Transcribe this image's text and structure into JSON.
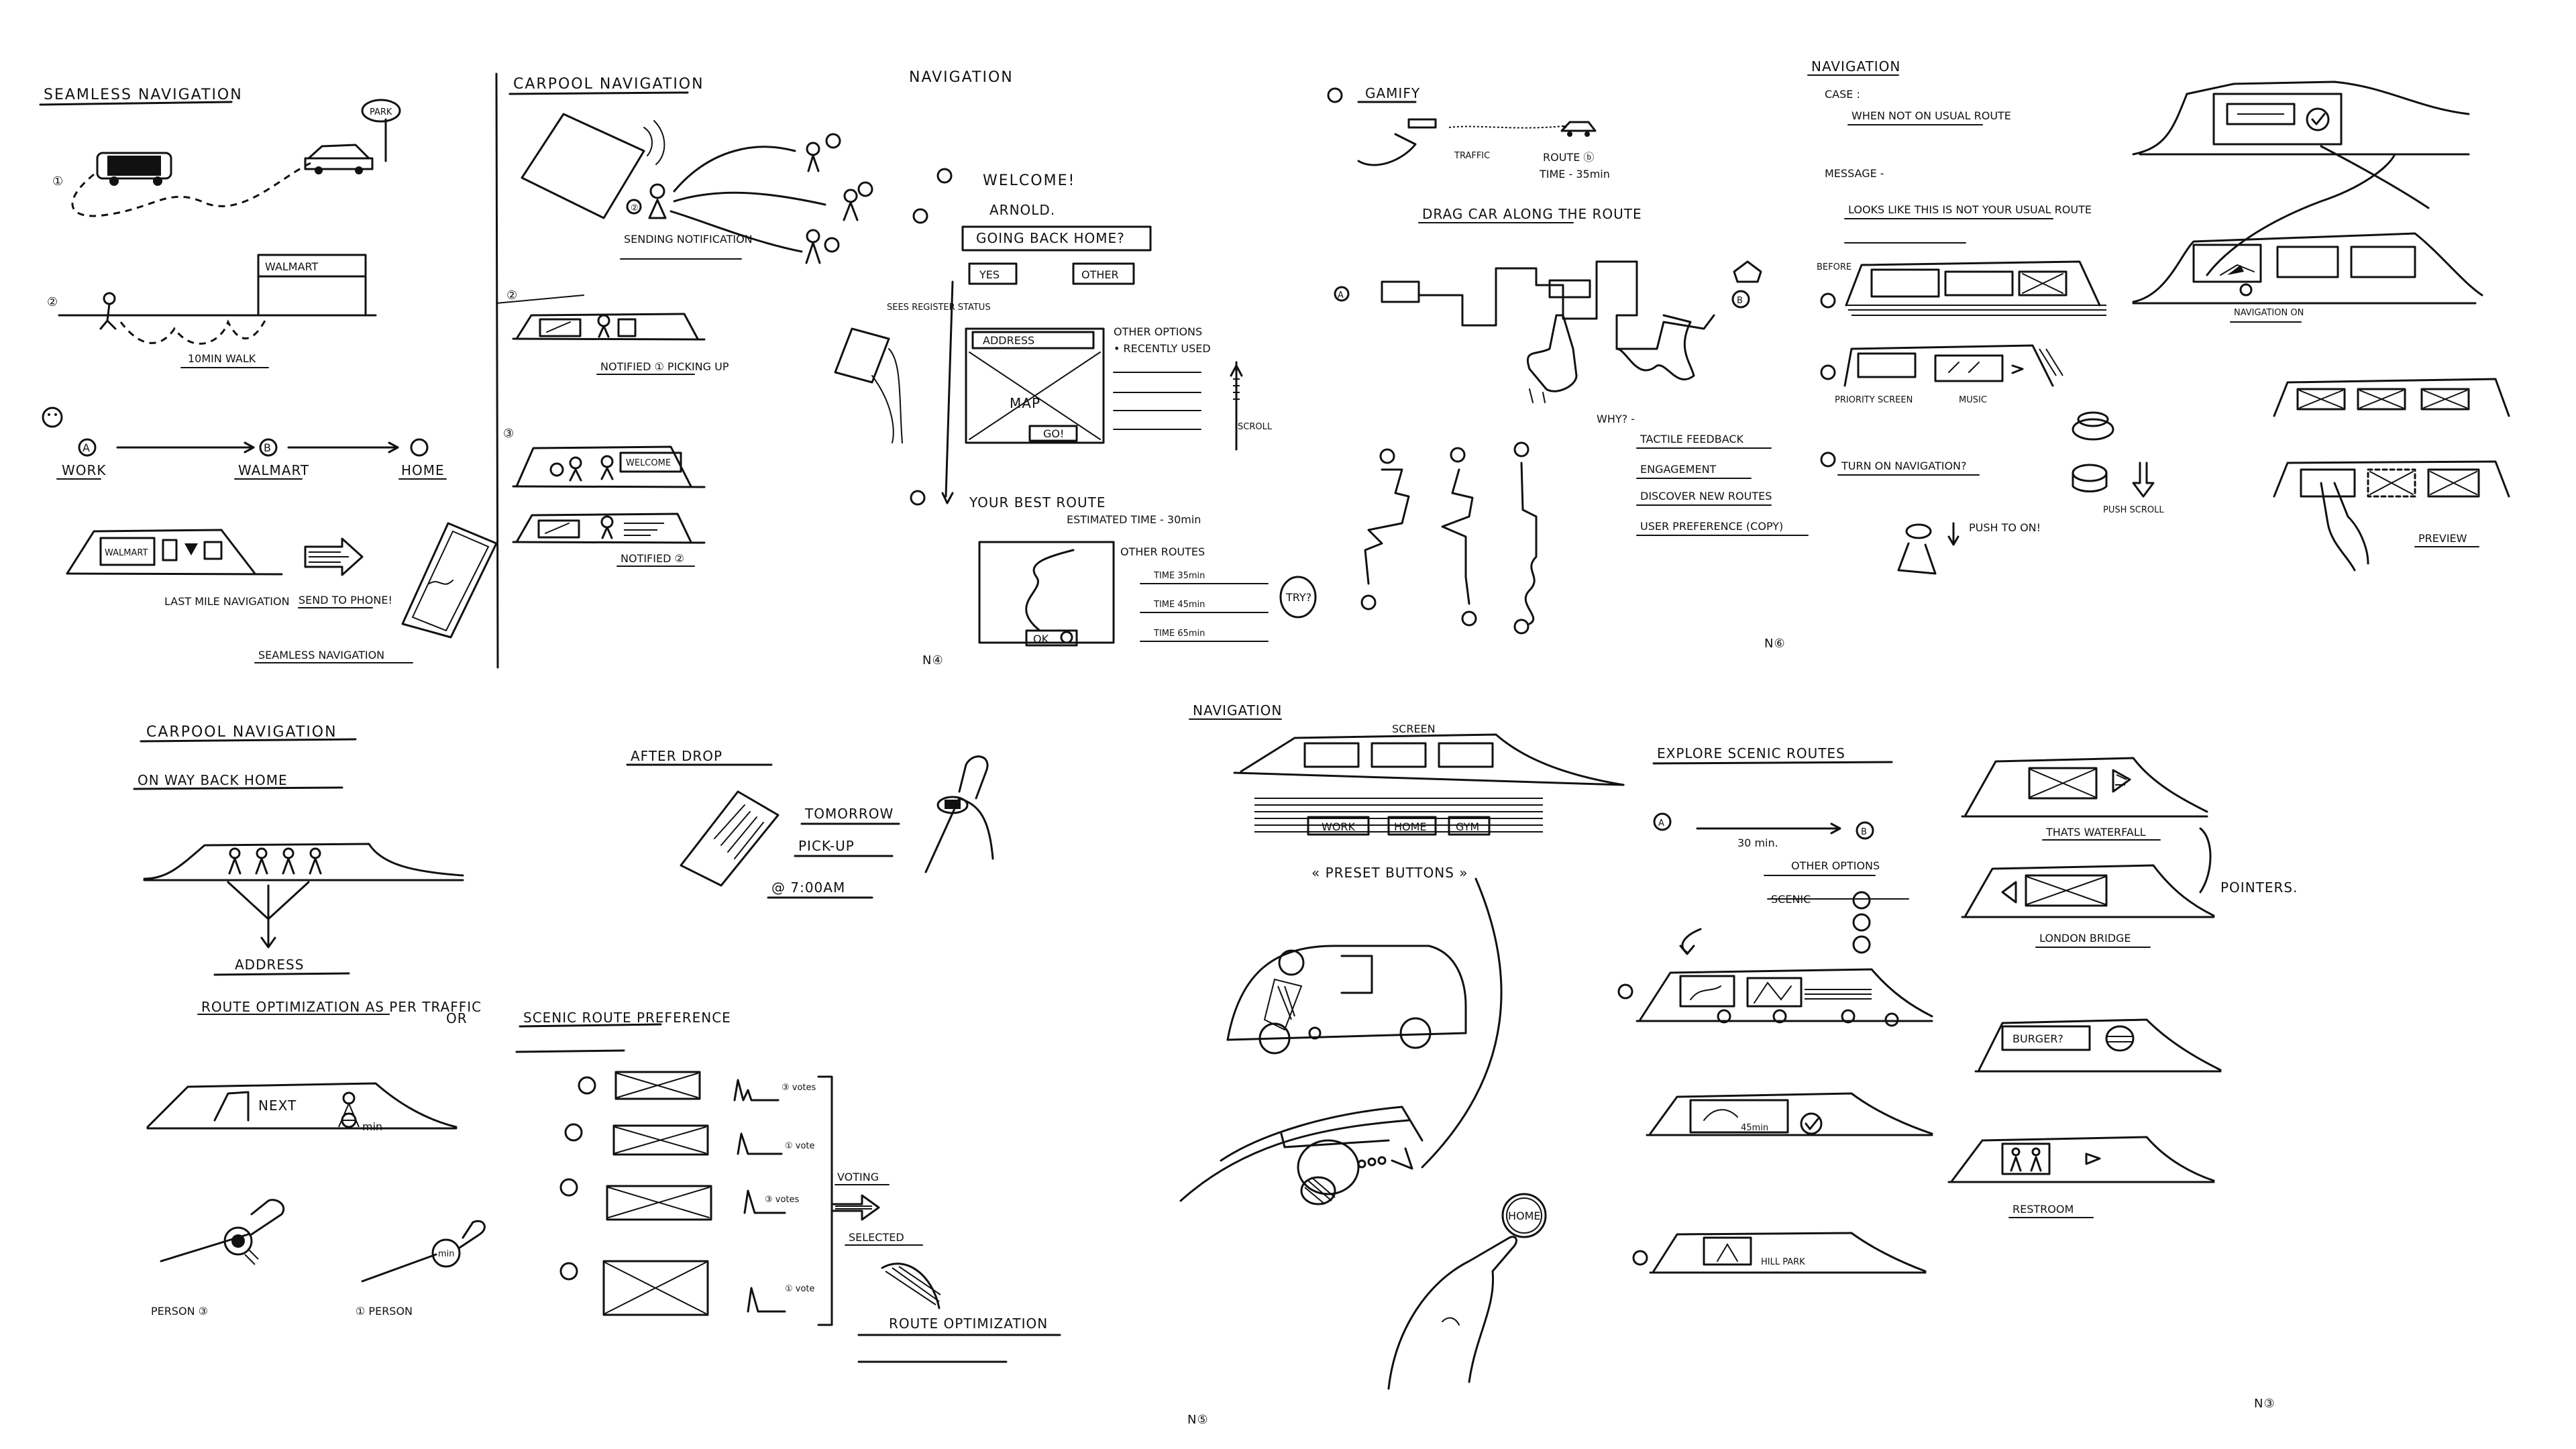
{
  "colors": {
    "paper": "#ffffff",
    "ink": "#111111"
  },
  "p1": {
    "title": "SEAMLESS NAVIGATION",
    "step1": "①",
    "step2": "②",
    "step3": "③",
    "park": "PARK",
    "walmart_sign": "WALMART",
    "walking": "10MIN WALK",
    "work": "WORK",
    "walmart": "WALMART",
    "home": "HOME",
    "dash_walmart": "WALMART",
    "last_mile": "LAST MILE NAVIGATION",
    "send": "SEND TO PHONE!",
    "footer": "SEAMLESS NAVIGATION"
  },
  "p2": {
    "title": "CARPOOL NAVIGATION",
    "sending": "SENDING NOTIFICATION",
    "notified1": "NOTIFIED ① PICKING UP",
    "welcome": "WELCOME",
    "notified2": "NOTIFIED ②"
  },
  "p3": {
    "title": "NAVIGATION",
    "welcome": "WELCOME!",
    "name": "ARNOLD.",
    "question": "GOING BACK HOME?",
    "yes": "YES",
    "other": "OTHER",
    "sees": "SEES REGISTER STATUS",
    "address": "ADDRESS",
    "map": "MAP",
    "go": "GO!",
    "other_options": "OTHER OPTIONS",
    "recently_used": "• RECENTLY USED",
    "scroll": "SCROLL",
    "best_route": "YOUR BEST ROUTE",
    "estimated": "ESTIMATED TIME - 30min",
    "other_routes": "OTHER ROUTES",
    "time1": "TIME 35min",
    "time2": "TIME 45min",
    "time3": "TIME 65min",
    "try": "TRY?",
    "ok": "OK",
    "page": "N④"
  },
  "p4": {
    "title": "GAMIFY",
    "traffic": "TRAFFIC",
    "route_b": "ROUTE ⓑ",
    "time": "TIME - 35min",
    "drag": "DRAG CAR ALONG THE ROUTE",
    "why": "WHY? -",
    "reasons": [
      "TACTILE FEEDBACK",
      "ENGAGEMENT",
      "DISCOVER NEW ROUTES",
      "USER PREFERENCE (COPY)"
    ],
    "a": "A",
    "b": "B"
  },
  "p5": {
    "title": "NAVIGATION",
    "case": "CASE :",
    "case_text": "WHEN NOT ON USUAL ROUTE",
    "message": "MESSAGE -",
    "message_text": "LOOKS LIKE THIS IS NOT YOUR USUAL ROUTE",
    "before": "BEFORE",
    "priority": "PRIORITY SCREEN",
    "music": "MUSIC",
    "turn_on": "TURN ON NAVIGATION?",
    "push": "PUSH TO ON!",
    "push_scroll": "PUSH SCROLL",
    "navigation_on": "NAVIGATION ON",
    "preview": "PREVIEW",
    "page": "N⑥"
  },
  "p6": {
    "title": "CARPOOL NAVIGATION",
    "subtitle": "ON WAY BACK HOME",
    "address": "ADDRESS",
    "route_opt": "ROUTE OPTIMIZATION AS PER TRAFFIC",
    "or": "OR",
    "next": "NEXT",
    "min": "min",
    "person3": "PERSON ③",
    "person1": "① PERSON",
    "after_drop": "AFTER DROP",
    "tomorrow": "TOMORROW",
    "pickup": "PICK-UP",
    "at_time": "@ 7:00AM",
    "scenic": "SCENIC ROUTE PREFERENCE",
    "votes3": "③ votes",
    "vote1": "① vote",
    "votes3b": "③ votes",
    "vote1b": "① vote",
    "voting": "VOTING",
    "selected": "SELECTED",
    "route_opt2": "ROUTE OPTIMIZATION"
  },
  "p7": {
    "title": "NAVIGATION",
    "screen": "SCREEN",
    "work": "WORK",
    "home": "HOME",
    "gym": "GYM",
    "preset": "« PRESET BUTTONS »",
    "home_btn": "HOME",
    "page": "N⑤"
  },
  "p8": {
    "title": "EXPLORE SCENIC ROUTES",
    "a": "A",
    "b": "B",
    "time": "30 min.",
    "other_options": "OTHER OPTIONS",
    "scenic": "SCENIC",
    "min45": "45min",
    "hill": "HILL PARK",
    "waterfall": "THATS WATERFALL",
    "pointers": "POINTERS.",
    "bridge": "LONDON BRIDGE",
    "burger": "BURGER?",
    "restroom": "RESTROOM",
    "page": "N③"
  }
}
